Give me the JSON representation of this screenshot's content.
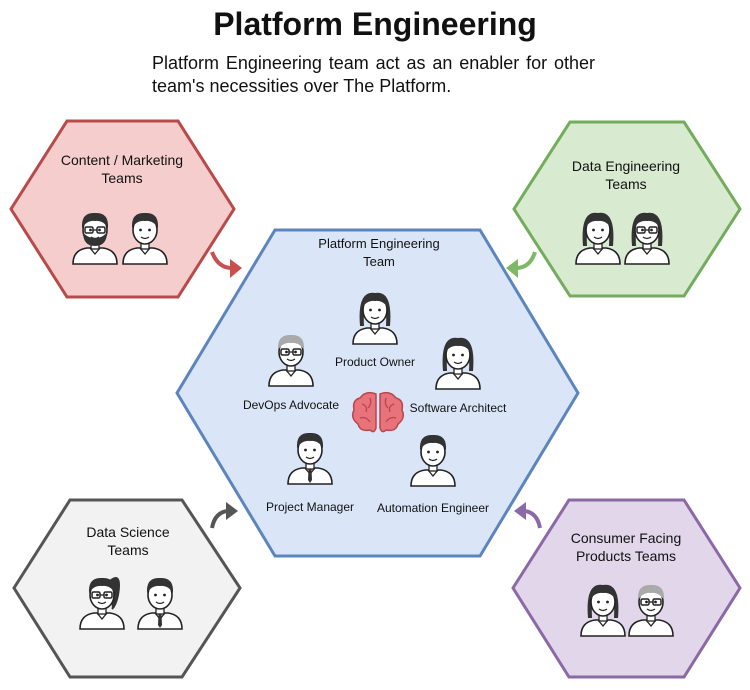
{
  "title": "Platform Engineering",
  "subtitle": "Platform Engineering team act as an enabler for other team's necessities over The Platform.",
  "colors": {
    "content": {
      "fill": "#f5cdcc",
      "stroke": "#b84a4a",
      "arrow": "#c9504f"
    },
    "data_eng": {
      "fill": "#d8ead0",
      "stroke": "#73ac5b",
      "arrow": "#7db866"
    },
    "platform": {
      "fill": "#dae6f8",
      "stroke": "#5c85bf"
    },
    "data_sci": {
      "fill": "#f2f2f2",
      "stroke": "#555555",
      "arrow": "#555555"
    },
    "consumer": {
      "fill": "#e2d6eb",
      "stroke": "#8b69a6",
      "arrow": "#8b69a6"
    },
    "brain": "#e8737a"
  },
  "teams": {
    "content": {
      "line1": "Content / Marketing",
      "line2": "Teams"
    },
    "data_eng": {
      "line1": "Data Engineering",
      "line2": "Teams"
    },
    "data_sci": {
      "line1": "Data Science",
      "line2": "Teams"
    },
    "consumer": {
      "line1": "Consumer Facing",
      "line2": "Products Teams"
    }
  },
  "platform": {
    "line1": "Platform Engineering",
    "line2": "Team",
    "roles": {
      "product_owner": "Product Owner",
      "devops": "DevOps Advocate",
      "architect": "Software Architect",
      "pm": "Project Manager",
      "automation": "Automation Engineer"
    },
    "center_icon": "brain-icon"
  }
}
